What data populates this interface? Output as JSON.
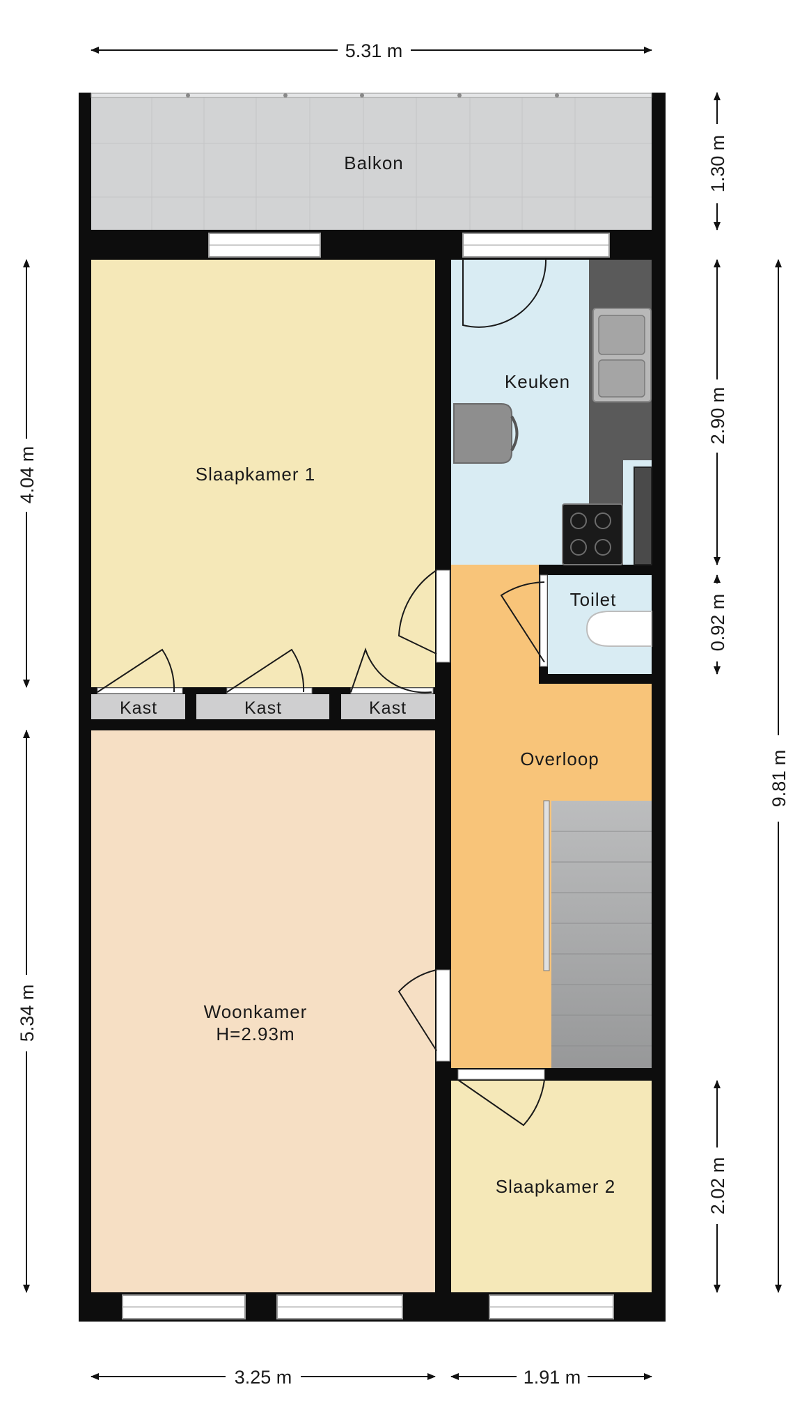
{
  "rooms": {
    "balkon": "Balkon",
    "slaapkamer1": "Slaapkamer 1",
    "keuken": "Keuken",
    "toilet": "Toilet",
    "kast": "Kast",
    "overloop": "Overloop",
    "woonkamer": "Woonkamer",
    "woonkamer_height": "H=2.93m",
    "slaapkamer2": "Slaapkamer 2"
  },
  "dimensions": {
    "top_width": "5.31 m",
    "balkon_depth": "1.30 m",
    "keuken_depth": "2.90 m",
    "toilet_depth": "0.92 m",
    "total_depth": "9.81 m",
    "slaapkamer1_depth": "4.04 m",
    "woonkamer_depth": "5.34 m",
    "slaapkamer2_depth": "2.02 m",
    "left_bottom_width": "3.25 m",
    "right_bottom_width": "1.91 m"
  },
  "colors": {
    "wall": "#0d0d0d",
    "balkon": "#d2d3d4",
    "slaapkamer": "#f5e8b8",
    "keuken": "#d9ecf3",
    "overloop": "#f8c479",
    "woonkamer": "#f6dfc4",
    "kast": "#cfcfd0",
    "stairs": "#a9aaab",
    "counter": "#5a5a5a"
  }
}
